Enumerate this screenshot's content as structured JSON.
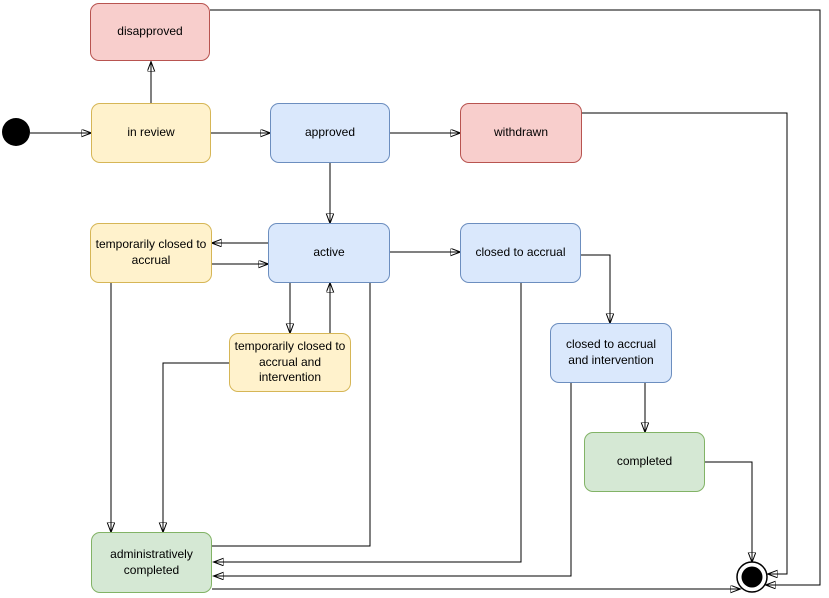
{
  "diagram": {
    "type": "state-machine",
    "palette": {
      "red": {
        "fill": "#f8cecc",
        "stroke": "#b85450"
      },
      "yellow": {
        "fill": "#fff2cc",
        "stroke": "#d6b656"
      },
      "blue": {
        "fill": "#dae8fc",
        "stroke": "#6c8ebf"
      },
      "green": {
        "fill": "#d5e8d4",
        "stroke": "#82b366"
      },
      "edge": "#000000",
      "terminal": "#000000"
    },
    "states": [
      {
        "id": "disapproved",
        "label": "disapproved",
        "palette": "red"
      },
      {
        "id": "in-review",
        "label": "in review",
        "palette": "yellow"
      },
      {
        "id": "approved",
        "label": "approved",
        "palette": "blue"
      },
      {
        "id": "withdrawn",
        "label": "withdrawn",
        "palette": "red"
      },
      {
        "id": "temporarily-closed-to-accrual",
        "label": "temporarily closed to\naccrual",
        "palette": "yellow"
      },
      {
        "id": "active",
        "label": "active",
        "palette": "blue"
      },
      {
        "id": "closed-to-accrual",
        "label": "closed to accrual",
        "palette": "blue"
      },
      {
        "id": "temporarily-closed-to-accrual-and-intervention",
        "label": "temporarily closed to\naccrual and\nintervention",
        "palette": "yellow"
      },
      {
        "id": "closed-to-accrual-and-intervention",
        "label": "closed to accrual\nand intervention",
        "palette": "blue"
      },
      {
        "id": "completed",
        "label": "completed",
        "palette": "green"
      },
      {
        "id": "administratively-completed",
        "label": "administratively\ncompleted",
        "palette": "green"
      }
    ],
    "pseudo_states": [
      {
        "id": "initial",
        "type": "initial-state-dot"
      },
      {
        "id": "final",
        "type": "final-state-double-circle"
      }
    ],
    "transitions": [
      {
        "from": "initial",
        "to": "in review"
      },
      {
        "from": "in review",
        "to": "disapproved"
      },
      {
        "from": "in review",
        "to": "approved"
      },
      {
        "from": "approved",
        "to": "withdrawn"
      },
      {
        "from": "approved",
        "to": "active"
      },
      {
        "from": "disapproved",
        "to": "final"
      },
      {
        "from": "withdrawn",
        "to": "final"
      },
      {
        "from": "active",
        "to": "temporarily closed to accrual"
      },
      {
        "from": "temporarily closed to accrual",
        "to": "active"
      },
      {
        "from": "active",
        "to": "closed to accrual"
      },
      {
        "from": "active",
        "to": "temporarily closed to accrual and intervention"
      },
      {
        "from": "temporarily closed to accrual and intervention",
        "to": "active"
      },
      {
        "from": "active",
        "to": "administratively completed"
      },
      {
        "from": "temporarily closed to accrual",
        "to": "administratively completed"
      },
      {
        "from": "temporarily closed to accrual and intervention",
        "to": "administratively completed"
      },
      {
        "from": "closed to accrual",
        "to": "closed to accrual and intervention"
      },
      {
        "from": "closed to accrual",
        "to": "administratively completed"
      },
      {
        "from": "closed to accrual and intervention",
        "to": "completed"
      },
      {
        "from": "closed to accrual and intervention",
        "to": "administratively completed"
      },
      {
        "from": "completed",
        "to": "final"
      },
      {
        "from": "administratively completed",
        "to": "final"
      }
    ]
  }
}
